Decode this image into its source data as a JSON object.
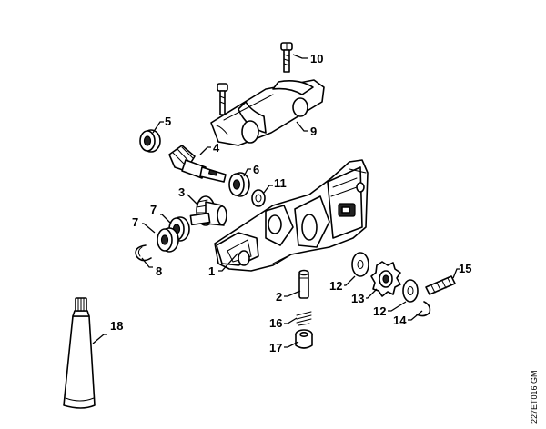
{
  "labels": {
    "l1": "1",
    "l2": "2",
    "l3": "3",
    "l4": "4",
    "l5": "5",
    "l6": "6",
    "l7a": "7",
    "l7b": "7",
    "l8": "8",
    "l9": "9",
    "l10": "10",
    "l11": "11",
    "l12a": "12",
    "l12b": "12",
    "l13": "13",
    "l14": "14",
    "l15": "15",
    "l16": "16",
    "l17": "17",
    "l18": "18"
  },
  "doc_id": "227ET016 GM"
}
